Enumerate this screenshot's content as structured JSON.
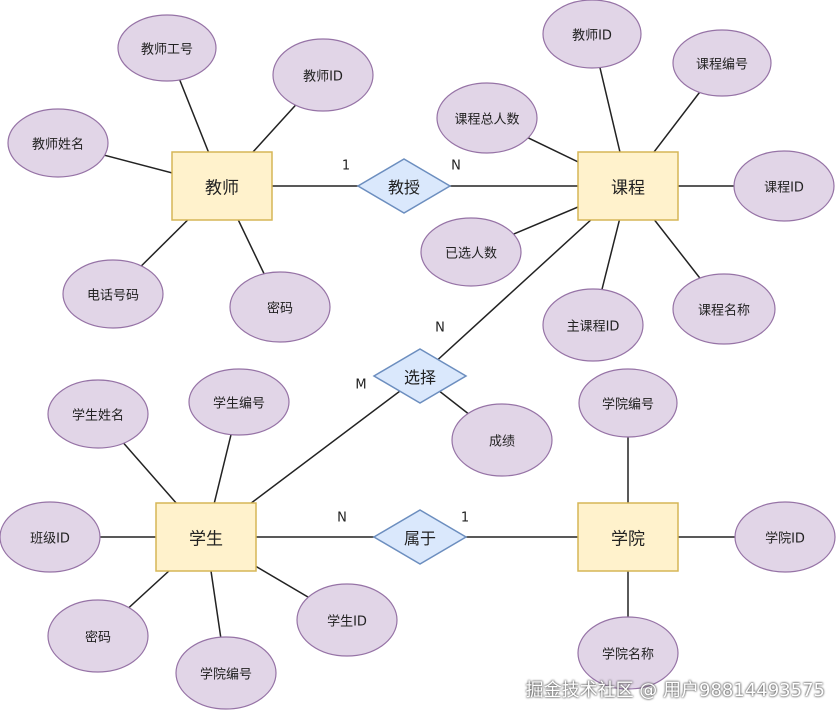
{
  "colors": {
    "entity_fill": "#fff2cc",
    "entity_stroke": "#d6b656",
    "attribute_fill": "#e1d5e7",
    "attribute_stroke": "#9673a6",
    "relationship_fill": "#dae8fc",
    "relationship_stroke": "#6c8ebf",
    "line": "#222222"
  },
  "entities": [
    {
      "id": "teacher",
      "label": "教师"
    },
    {
      "id": "course",
      "label": "课程"
    },
    {
      "id": "student",
      "label": "学生"
    },
    {
      "id": "college",
      "label": "学院"
    }
  ],
  "relationships": [
    {
      "id": "teach",
      "label": "教授"
    },
    {
      "id": "select",
      "label": "选择"
    },
    {
      "id": "belong",
      "label": "属于"
    }
  ],
  "attributes": [
    {
      "id": "t_no",
      "label": "教师工号",
      "entity": "teacher"
    },
    {
      "id": "t_id",
      "label": "教师ID",
      "entity": "teacher"
    },
    {
      "id": "t_name",
      "label": "教师姓名",
      "entity": "teacher"
    },
    {
      "id": "t_phone",
      "label": "电话号码",
      "entity": "teacher"
    },
    {
      "id": "t_pwd",
      "label": "密码",
      "entity": "teacher"
    },
    {
      "id": "c_tid",
      "label": "教师ID",
      "entity": "course"
    },
    {
      "id": "c_no",
      "label": "课程编号",
      "entity": "course"
    },
    {
      "id": "c_total",
      "label": "课程总人数",
      "entity": "course"
    },
    {
      "id": "c_id",
      "label": "课程ID",
      "entity": "course"
    },
    {
      "id": "c_selected",
      "label": "已选人数",
      "entity": "course"
    },
    {
      "id": "c_main",
      "label": "主课程ID",
      "entity": "course"
    },
    {
      "id": "c_name",
      "label": "课程名称",
      "entity": "course"
    },
    {
      "id": "sel_score",
      "label": "成绩",
      "entity": "select"
    },
    {
      "id": "s_name",
      "label": "学生姓名",
      "entity": "student"
    },
    {
      "id": "s_no",
      "label": "学生编号",
      "entity": "student"
    },
    {
      "id": "s_class",
      "label": "班级ID",
      "entity": "student"
    },
    {
      "id": "s_pwd",
      "label": "密码",
      "entity": "student"
    },
    {
      "id": "s_college",
      "label": "学院编号",
      "entity": "student"
    },
    {
      "id": "s_id",
      "label": "学生ID",
      "entity": "student"
    },
    {
      "id": "col_no",
      "label": "学院编号",
      "entity": "college"
    },
    {
      "id": "col_id",
      "label": "学院ID",
      "entity": "college"
    },
    {
      "id": "col_name",
      "label": "学院名称",
      "entity": "college"
    }
  ],
  "cardinalities": [
    {
      "id": "teach_left",
      "label": "1"
    },
    {
      "id": "teach_right",
      "label": "N"
    },
    {
      "id": "select_course",
      "label": "N"
    },
    {
      "id": "select_student",
      "label": "M"
    },
    {
      "id": "belong_student",
      "label": "N"
    },
    {
      "id": "belong_college",
      "label": "1"
    }
  ],
  "watermark": "掘金技术社区 @ 用户98814493575"
}
